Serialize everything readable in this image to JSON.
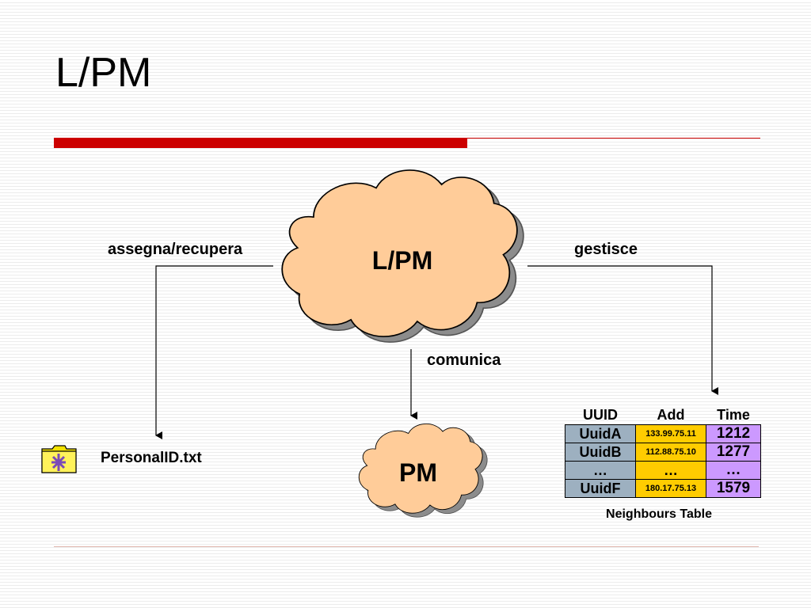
{
  "slide": {
    "title": "L/PM"
  },
  "diagram": {
    "cloud_main": "L/PM",
    "cloud_pm": "PM",
    "label_assegna": "assegna/recupera",
    "label_gestisce": "gestisce",
    "label_comunica": "comunica",
    "file_name": "PersonalID.txt"
  },
  "table": {
    "headers": [
      "UUID",
      "Add",
      "Time"
    ],
    "rows": [
      {
        "uuid": "UuidA",
        "add": "133.99.75.11",
        "time": "1212"
      },
      {
        "uuid": "UuidB",
        "add": "112.88.75.10",
        "time": "1277"
      },
      {
        "uuid": "…",
        "add": "…",
        "time": "…"
      },
      {
        "uuid": "UuidF",
        "add": "180.17.75.13",
        "time": "1579"
      }
    ],
    "caption": "Neighbours Table"
  },
  "colors": {
    "accent_red": "#cc0000",
    "cloud_fill": "#ffcc99",
    "uuid_col": "#9db0c0",
    "add_col": "#ffcc00",
    "time_col": "#cc99ff"
  }
}
